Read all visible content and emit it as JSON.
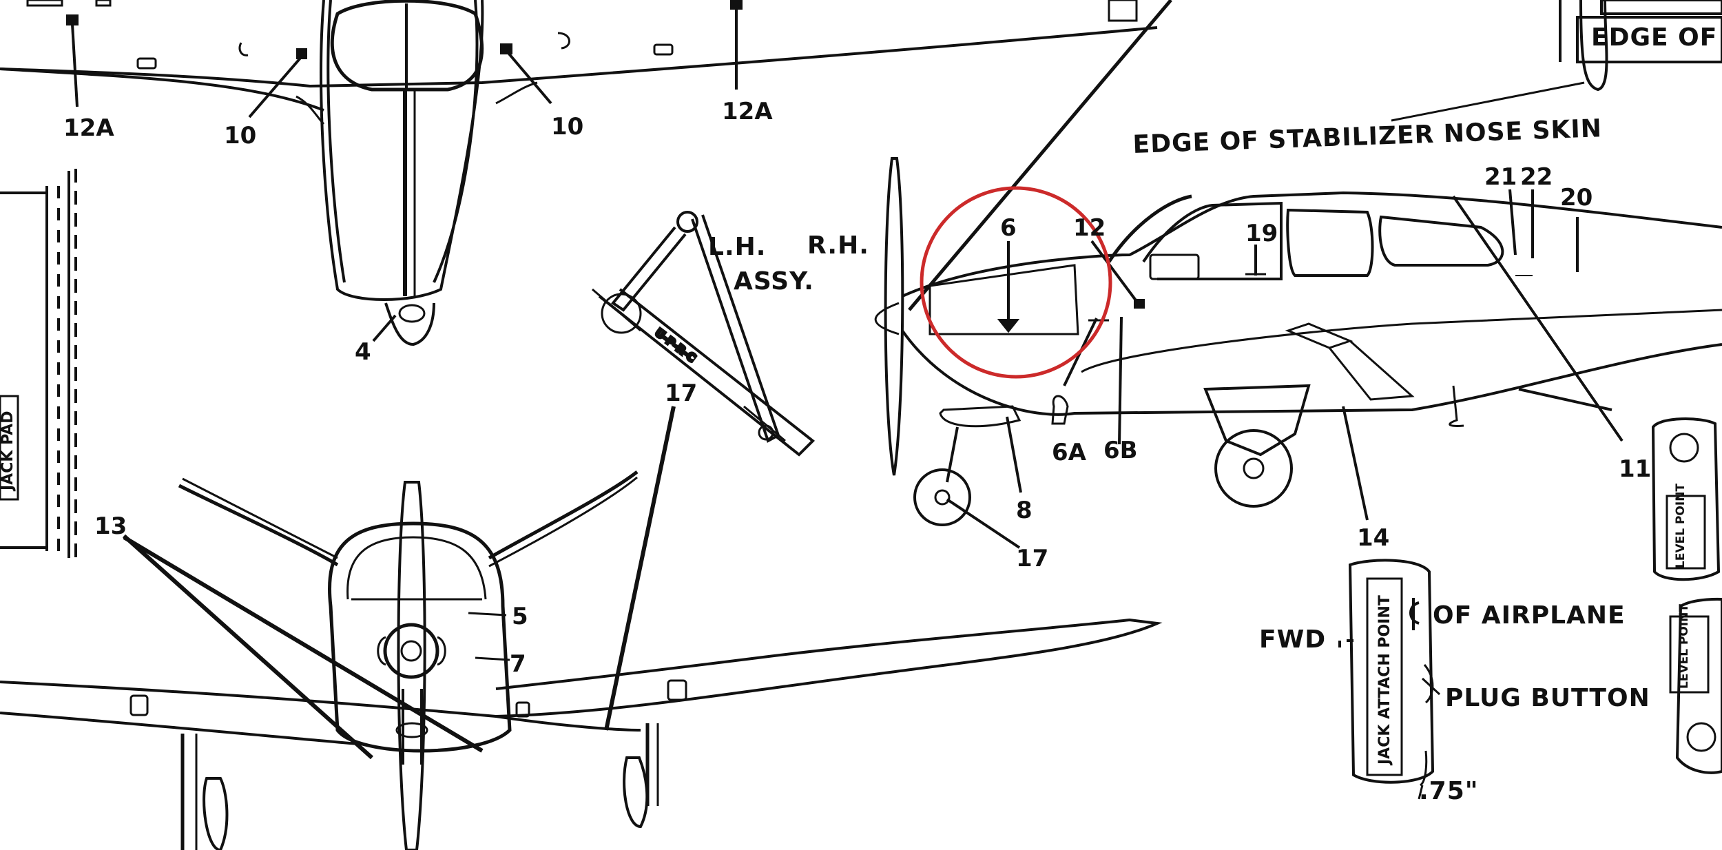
{
  "callouts": {
    "c12a_left": "12A",
    "c10_left": "10",
    "c10_right": "10",
    "c12a_center": "12A",
    "c4": "4",
    "c13": "13",
    "c5": "5",
    "c7": "7",
    "c17_left": "17",
    "c6": "6",
    "c12": "12",
    "c19": "19",
    "c21": "21",
    "c22": "22",
    "c20": "20",
    "c6a": "6A",
    "c6b": "6B",
    "c8": "8",
    "c17_right": "17",
    "c14": "14",
    "c11": "11"
  },
  "captions": {
    "edge_of_top": "EDGE OF",
    "edge_stabilizer": "EDGE OF STABILIZER NOSE SKIN",
    "lh": "L.H.",
    "rh": "R.H.",
    "assy": "ASSY.",
    "of_airplane": "OF AIRPLANE",
    "fwd": "FWD",
    "plug_button": "PLUG BUTTON",
    "dim_75": ".75\"",
    "jack_pad": "JACK PAD",
    "jack_attach_point": "JACK ATTACH POINT",
    "level_point_1": "LEVEL POINT",
    "level_point_2": "LEVEL POINT"
  },
  "highlight": {
    "color": "#cc2a2a"
  },
  "line_color": "#111111"
}
